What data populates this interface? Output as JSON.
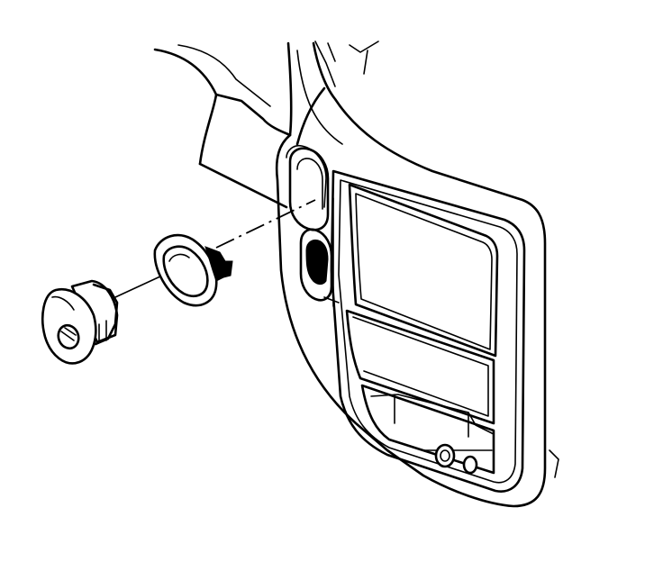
{
  "diagram": {
    "components": [
      {
        "id": "instrument-panel",
        "icon": "instrument-panel-bezel"
      },
      {
        "id": "mounting-ring",
        "icon": "lamp-bezel-ring"
      },
      {
        "id": "switch-knob",
        "icon": "rotary-switch-knob"
      }
    ],
    "stroke_color": "#000000",
    "background_color": "#ffffff"
  }
}
